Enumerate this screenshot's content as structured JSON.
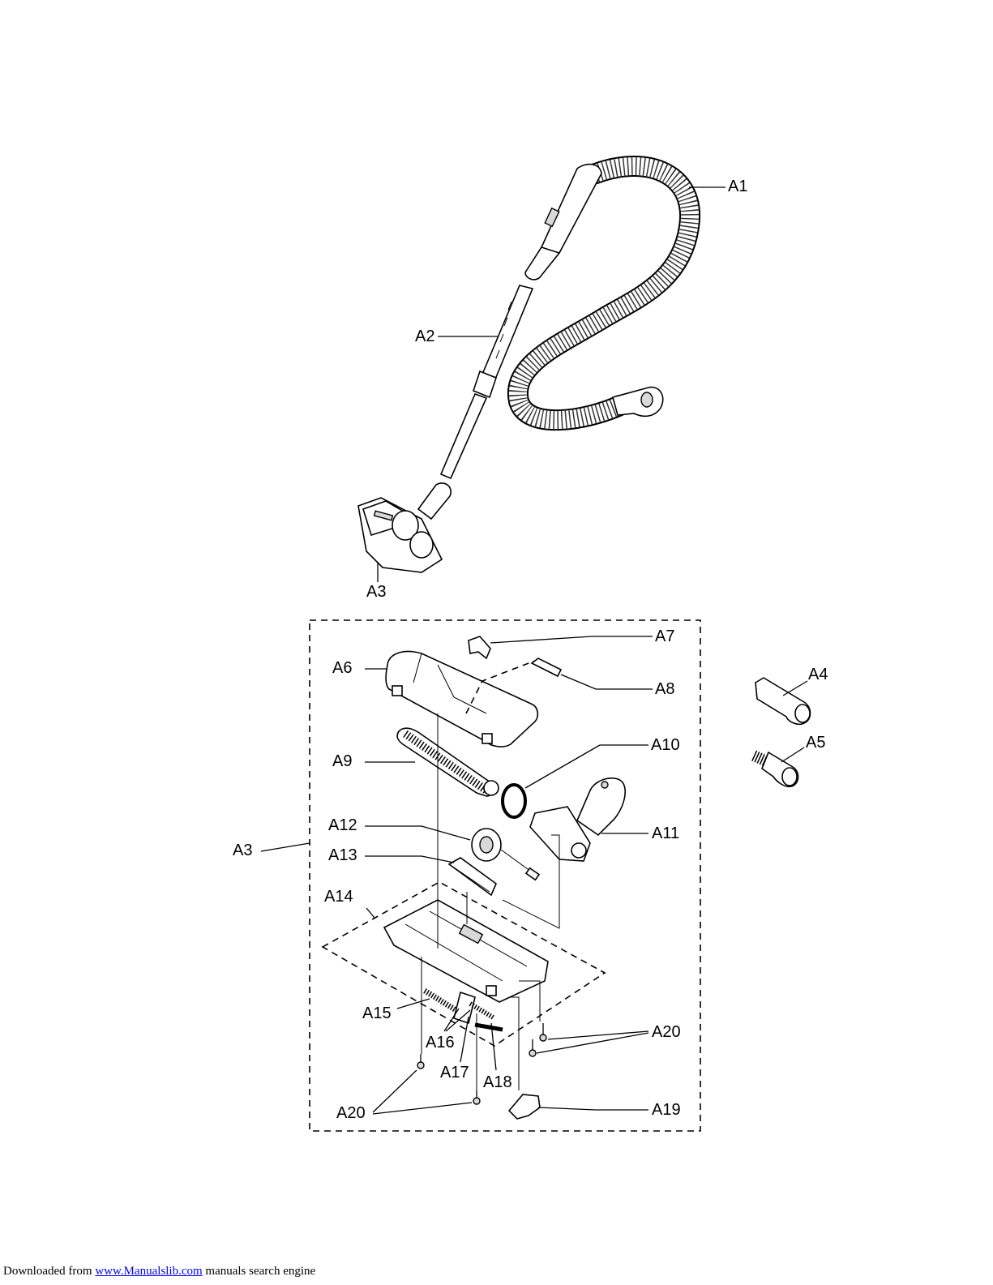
{
  "labels": {
    "a1": "A1",
    "a2": "A2",
    "a3_top": "A3",
    "a3_side": "A3",
    "a4": "A4",
    "a5": "A5",
    "a6": "A6",
    "a7": "A7",
    "a8": "A8",
    "a9": "A9",
    "a10": "A10",
    "a11": "A11",
    "a12": "A12",
    "a13": "A13",
    "a14": "A14",
    "a15": "A15",
    "a16": "A16",
    "a17": "A17",
    "a18": "A18",
    "a19": "A19",
    "a20_right": "A20",
    "a20_left": "A20"
  },
  "footer": {
    "prefix": "Downloaded from ",
    "link": "www.Manualslib.com",
    "suffix": " manuals search engine"
  }
}
